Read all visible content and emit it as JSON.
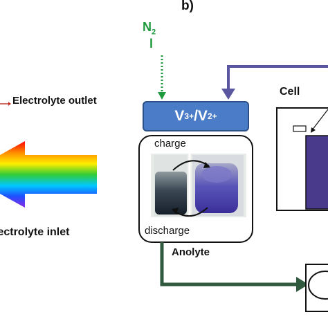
{
  "panel_label": "b)",
  "gas": {
    "main": "N",
    "subscript": "2",
    "line2": "l"
  },
  "electrolyte_outlet": "Electrolyte outlet",
  "electrolyte_inlet": "lectrolyte inlet",
  "cell_label": "Cell",
  "tank": {
    "ion1": "V",
    "ion1_charge": "3+",
    "sep": "/",
    "ion2": "V",
    "ion2_charge": "2+"
  },
  "charge_label": "charge",
  "discharge_label": "discharge",
  "anolyte_label": "Anolyte",
  "colors": {
    "tank_fill": "#4a7cc7",
    "n2_line": "#1f9a3c",
    "inlet_pipe": "#5a56a0",
    "outlet_pipe": "#2f5a3d",
    "cell_membrane": "#4a3a8c",
    "arrow_red": "#c0392b"
  }
}
